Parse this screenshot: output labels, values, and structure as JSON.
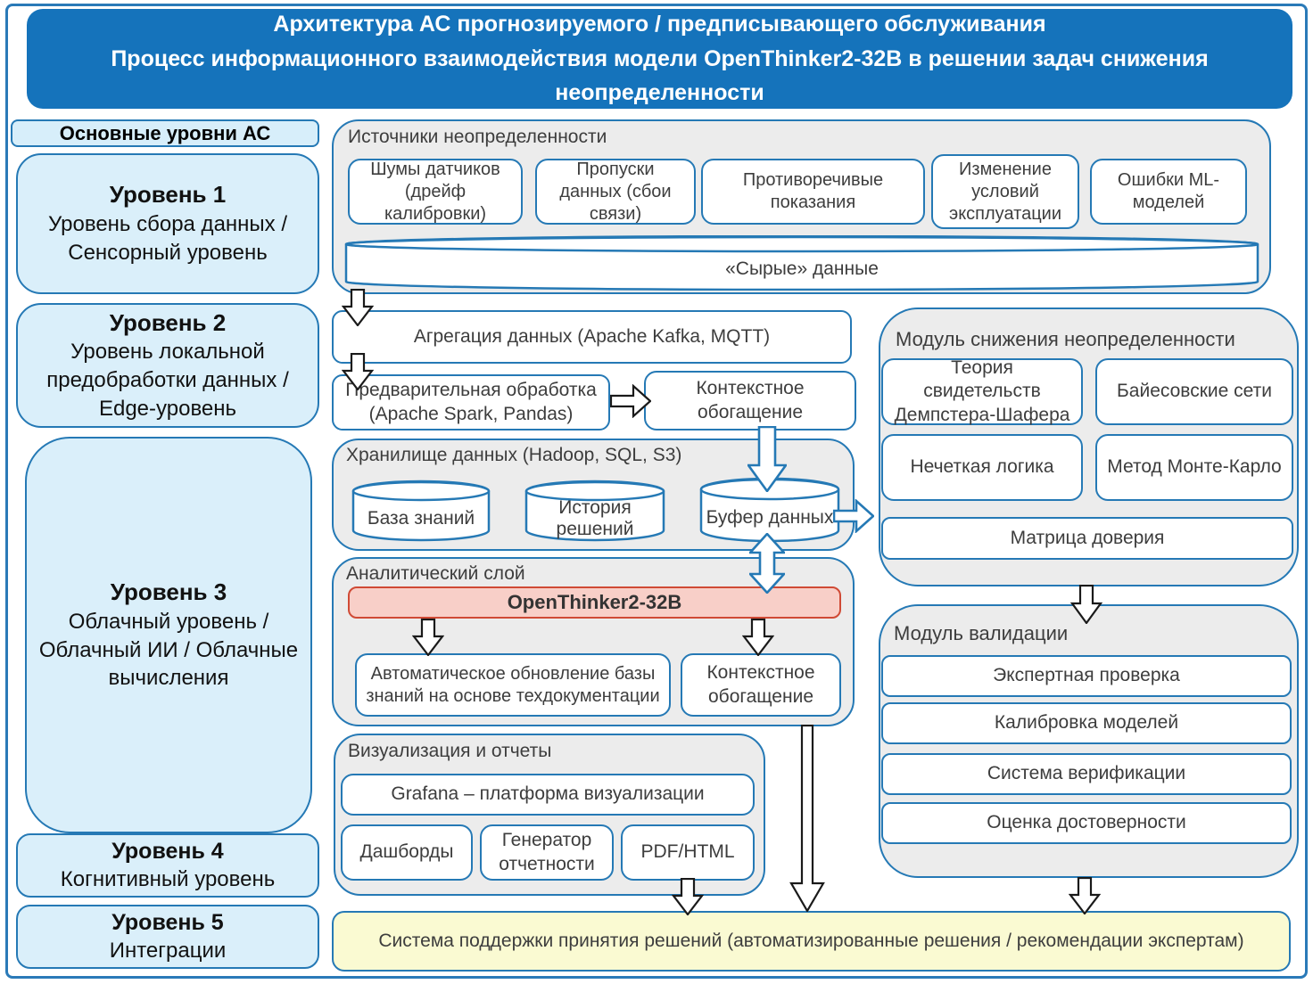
{
  "header": {
    "line1": "Архитектура АС прогнозируемого / предписывающего обслуживания",
    "line2": "Процесс информационного взаимодействия модели OpenThinker2-32B в решении задач снижения неопределенности"
  },
  "sidebar": {
    "title": "Основные уровни АС",
    "levels": [
      {
        "name": "Уровень 1",
        "desc": "Уровень сбора данных / Сенсорный уровень"
      },
      {
        "name": "Уровень 2",
        "desc": "Уровень локальной предобработки данных / Edge-уровень"
      },
      {
        "name": "Уровень 3",
        "desc": "Облачный уровень / Облачный ИИ / Облачные вычисления"
      },
      {
        "name": "Уровень 4",
        "desc": "Когнитивный уровень"
      },
      {
        "name": "Уровень 5",
        "desc": "Интеграции"
      }
    ]
  },
  "sources": {
    "title": "Источники неопределенности",
    "items": [
      "Шумы датчиков (дрейф калибровки)",
      "Пропуски данных (сбои связи)",
      "Противоречивые показания",
      "Изменение условий эксплуатации",
      "Ошибки ML-моделей"
    ],
    "raw_data": "«Сырые» данные"
  },
  "pipeline": {
    "aggregation": "Агрегация данных (Apache Kafka, MQTT)",
    "preprocessing": "Предварительная обработка (Apache Spark, Pandas)",
    "context_enrichment": "Контекстное обогащение"
  },
  "storage": {
    "title": "Хранилище данных (Hadoop, SQL, S3)",
    "cylinders": [
      "База знаний",
      "История решений",
      "Буфер данных"
    ]
  },
  "analytics": {
    "title": "Аналитический слой",
    "model": "OpenThinker2-32B",
    "auto_update": "Автоматическое обновление базы знаний на основе техдокументации",
    "context_enrichment": "Контекстное обогащение"
  },
  "visualization": {
    "title": "Визуализация и отчеты",
    "grafana": "Grafana – платформа визуализации",
    "items": [
      "Дашборды",
      "Генератор отчетности",
      "PDF/HTML"
    ]
  },
  "uncertainty_module": {
    "title": "Модуль снижения неопределенности",
    "methods": [
      "Теория свидетельств Демпстера-Шафера",
      "Байесовские сети",
      "Нечеткая логика",
      "Метод Монте-Карло"
    ],
    "trust_matrix": "Матрица доверия"
  },
  "validation_module": {
    "title": "Модуль валидации",
    "items": [
      "Экспертная проверка",
      "Калибровка моделей",
      "Система верификации",
      "Оценка достоверности"
    ]
  },
  "decision_system": {
    "label": "Система поддержки принятия решений (автоматизированные решения / рекомендации экспертам)"
  },
  "colors": {
    "header_blue": "#1573bb",
    "border_blue": "#2579b5",
    "panel_gray": "#ececec",
    "level_light_blue": "#daeffa",
    "model_fill": "#f8cfc8",
    "model_border": "#d04a35",
    "decision_yellow": "#fafad2"
  }
}
